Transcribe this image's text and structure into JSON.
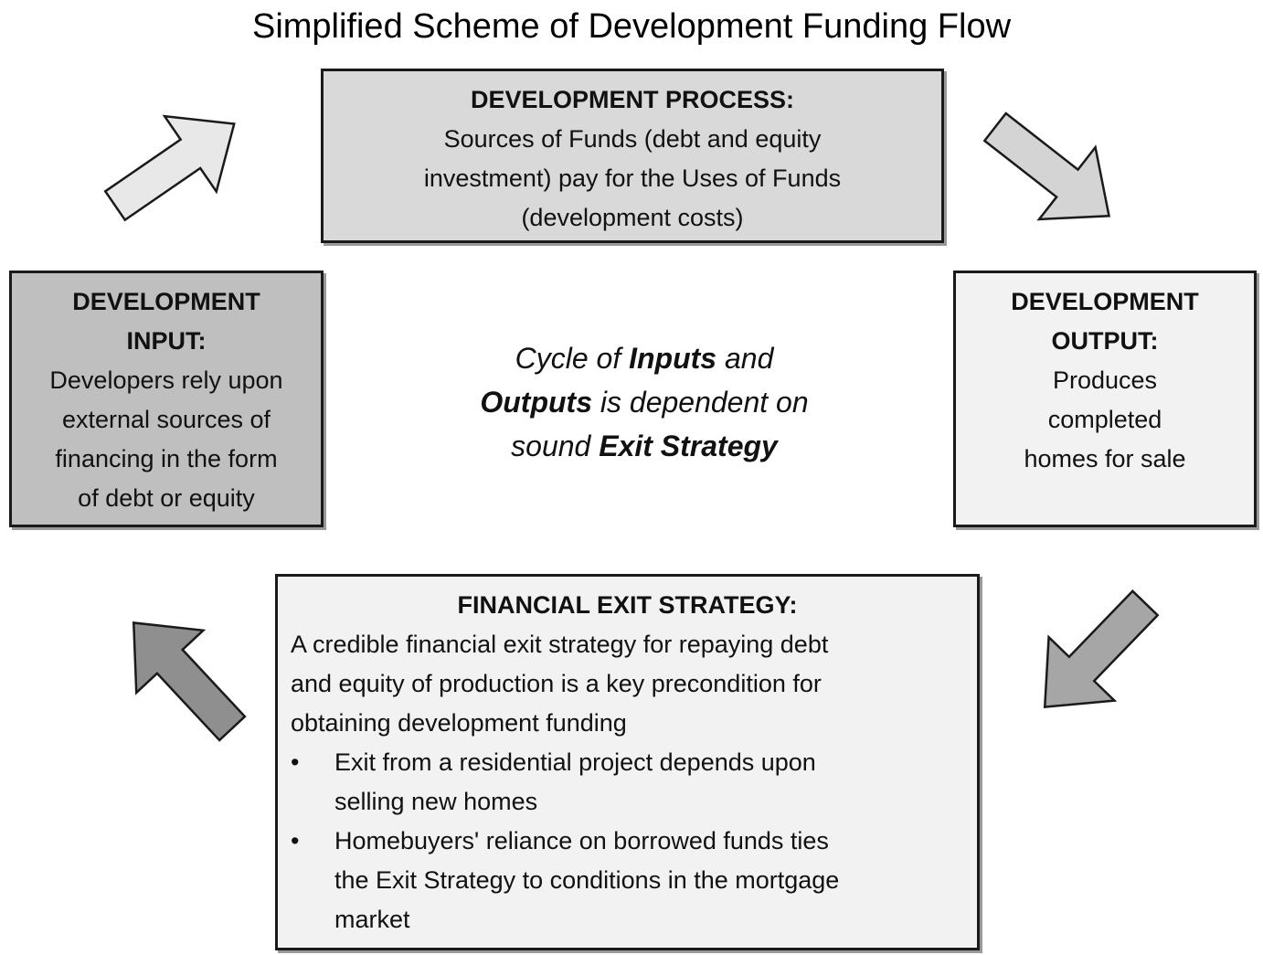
{
  "title": "Simplified Scheme of Development Funding Flow",
  "process": {
    "heading": "DEVELOPMENT PROCESS:",
    "lines": [
      "Sources of Funds (debt and equity",
      "investment) pay for the Uses of Funds",
      "(development costs)"
    ]
  },
  "input": {
    "heading": [
      "DEVELOPMENT",
      "INPUT:"
    ],
    "lines": [
      "Developers rely upon",
      "external sources of",
      "financing in the form",
      "of debt or equity"
    ]
  },
  "output": {
    "heading": [
      "DEVELOPMENT",
      "OUTPUT:"
    ],
    "lines": [
      "Produces",
      "completed",
      "homes for sale"
    ]
  },
  "exit": {
    "heading": "FINANCIAL EXIT STRATEGY:",
    "lines": [
      "A credible financial exit strategy for repaying debt",
      "and equity of production is a key precondition for",
      "obtaining development funding"
    ],
    "bullet_symbol": "•",
    "bullets": [
      [
        "Exit from a residential project depends upon",
        "selling new homes"
      ],
      [
        "Homebuyers' reliance on borrowed funds ties",
        "the Exit Strategy to conditions in the mortgage",
        "market"
      ]
    ]
  },
  "center": {
    "parts": [
      [
        "Cycle of ",
        "Inputs",
        " and"
      ],
      [
        "",
        "Outputs",
        " is dependent on"
      ],
      [
        "sound ",
        "Exit Strategy",
        ""
      ]
    ]
  },
  "colors": {
    "process_fill": "#d9d9d9",
    "input_fill": "#bfbfbf",
    "output_fill": "#f2f2f2",
    "exit_fill": "#f2f2f2",
    "arrow_light": "#e8e8e8",
    "arrow_light2": "#d4d4d4",
    "arrow_dark": "#a6a6a6",
    "arrow_dark2": "#8f8f8f"
  }
}
